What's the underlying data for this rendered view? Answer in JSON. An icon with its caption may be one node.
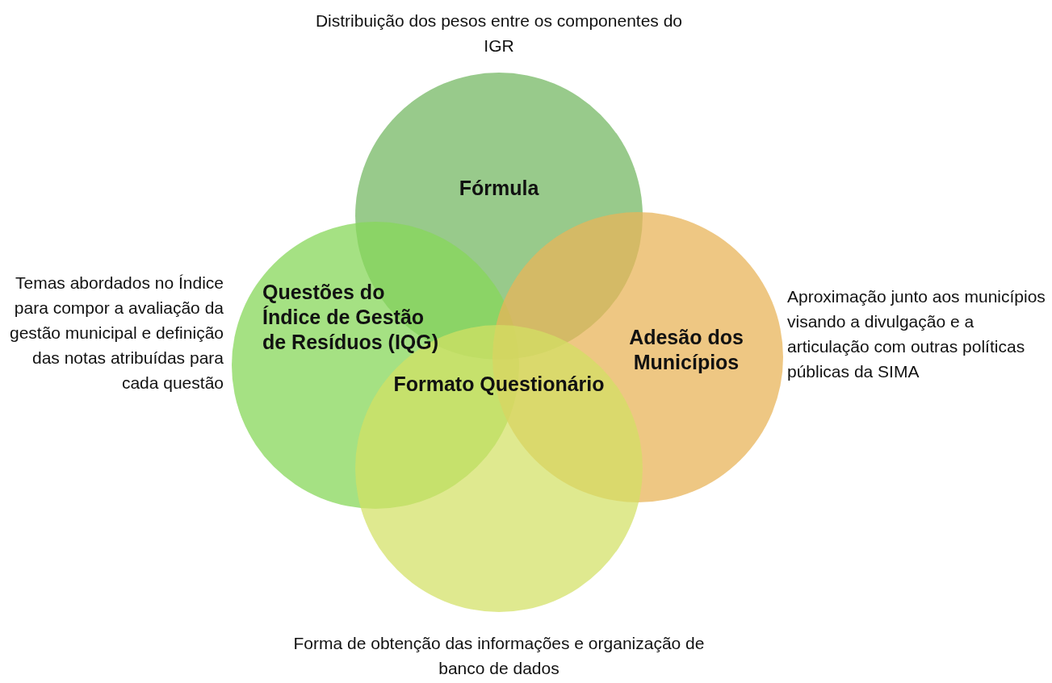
{
  "diagram": {
    "nodes": [
      {
        "text": [
          "Fórmula"
        ],
        "beside": [
          "Distribuição dos pesos entre os componentes do IGR"
        ]
      },
      {
        "text": [
          "Questões do Índice de Gestão de Resíduos (IQG)"
        ],
        "beside": [
          "Temas abordados no Índice para compor a avaliação da gestão municipal e definição das notas atribuídas para cada questão"
        ]
      },
      {
        "text": [
          "Adesão dos Municípios"
        ],
        "beside": [
          "Aproximação junto aos municípios visando a divulgação e a articulação com outras políticas públicas da SIMA"
        ]
      },
      {
        "text": [
          "Formato Questionário"
        ],
        "beside": [
          "Forma de obtenção das informações e organização de banco de dados"
        ]
      }
    ]
  }
}
